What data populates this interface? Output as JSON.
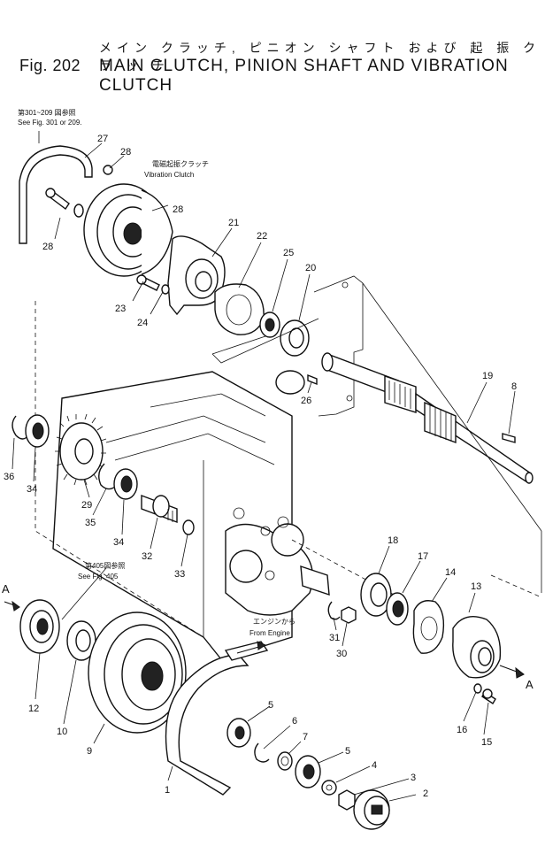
{
  "header": {
    "fig_number": "Fig. 202",
    "title_jp": "メイン クラッチ, ピニオン シャフト および 起 振 ク ラ ッ チ",
    "title_en": "MAIN CLUTCH, PINION SHAFT AND VIBRATION CLUTCH"
  },
  "notes": {
    "ref_top_jp": "第301~209 図参照",
    "ref_top_en": "See Fig. 301 or 209.",
    "vib_jp": "電磁起振クラッチ",
    "vib_en": "Vibration Clutch",
    "ref_mid_jp": "第405図参照",
    "ref_mid_en": "See Fig. 405",
    "engine_jp": "エンジンから",
    "engine_en": "From Engine",
    "arrow_a_left": "A",
    "arrow_a_right": "A"
  },
  "callouts": {
    "c27": "27",
    "c28a": "28",
    "c28b": "28",
    "c28c": "28",
    "c21": "21",
    "c22": "22",
    "c25": "25",
    "c20": "20",
    "c23": "23",
    "c24": "24",
    "c26": "26",
    "c19": "19",
    "c8": "8",
    "c36": "36",
    "c34a": "34",
    "c29": "29",
    "c35": "35",
    "c34b": "34",
    "c32": "32",
    "c33": "33",
    "c18": "18",
    "c17": "17",
    "c14": "14",
    "c13": "13",
    "c31": "31",
    "c30": "30",
    "c12": "12",
    "c10": "10",
    "c9": "9",
    "c5a": "5",
    "c6": "6",
    "c7": "7",
    "c5b": "5",
    "c4": "4",
    "c3": "3",
    "c2": "2",
    "c1": "1",
    "c16": "16",
    "c15": "15"
  }
}
